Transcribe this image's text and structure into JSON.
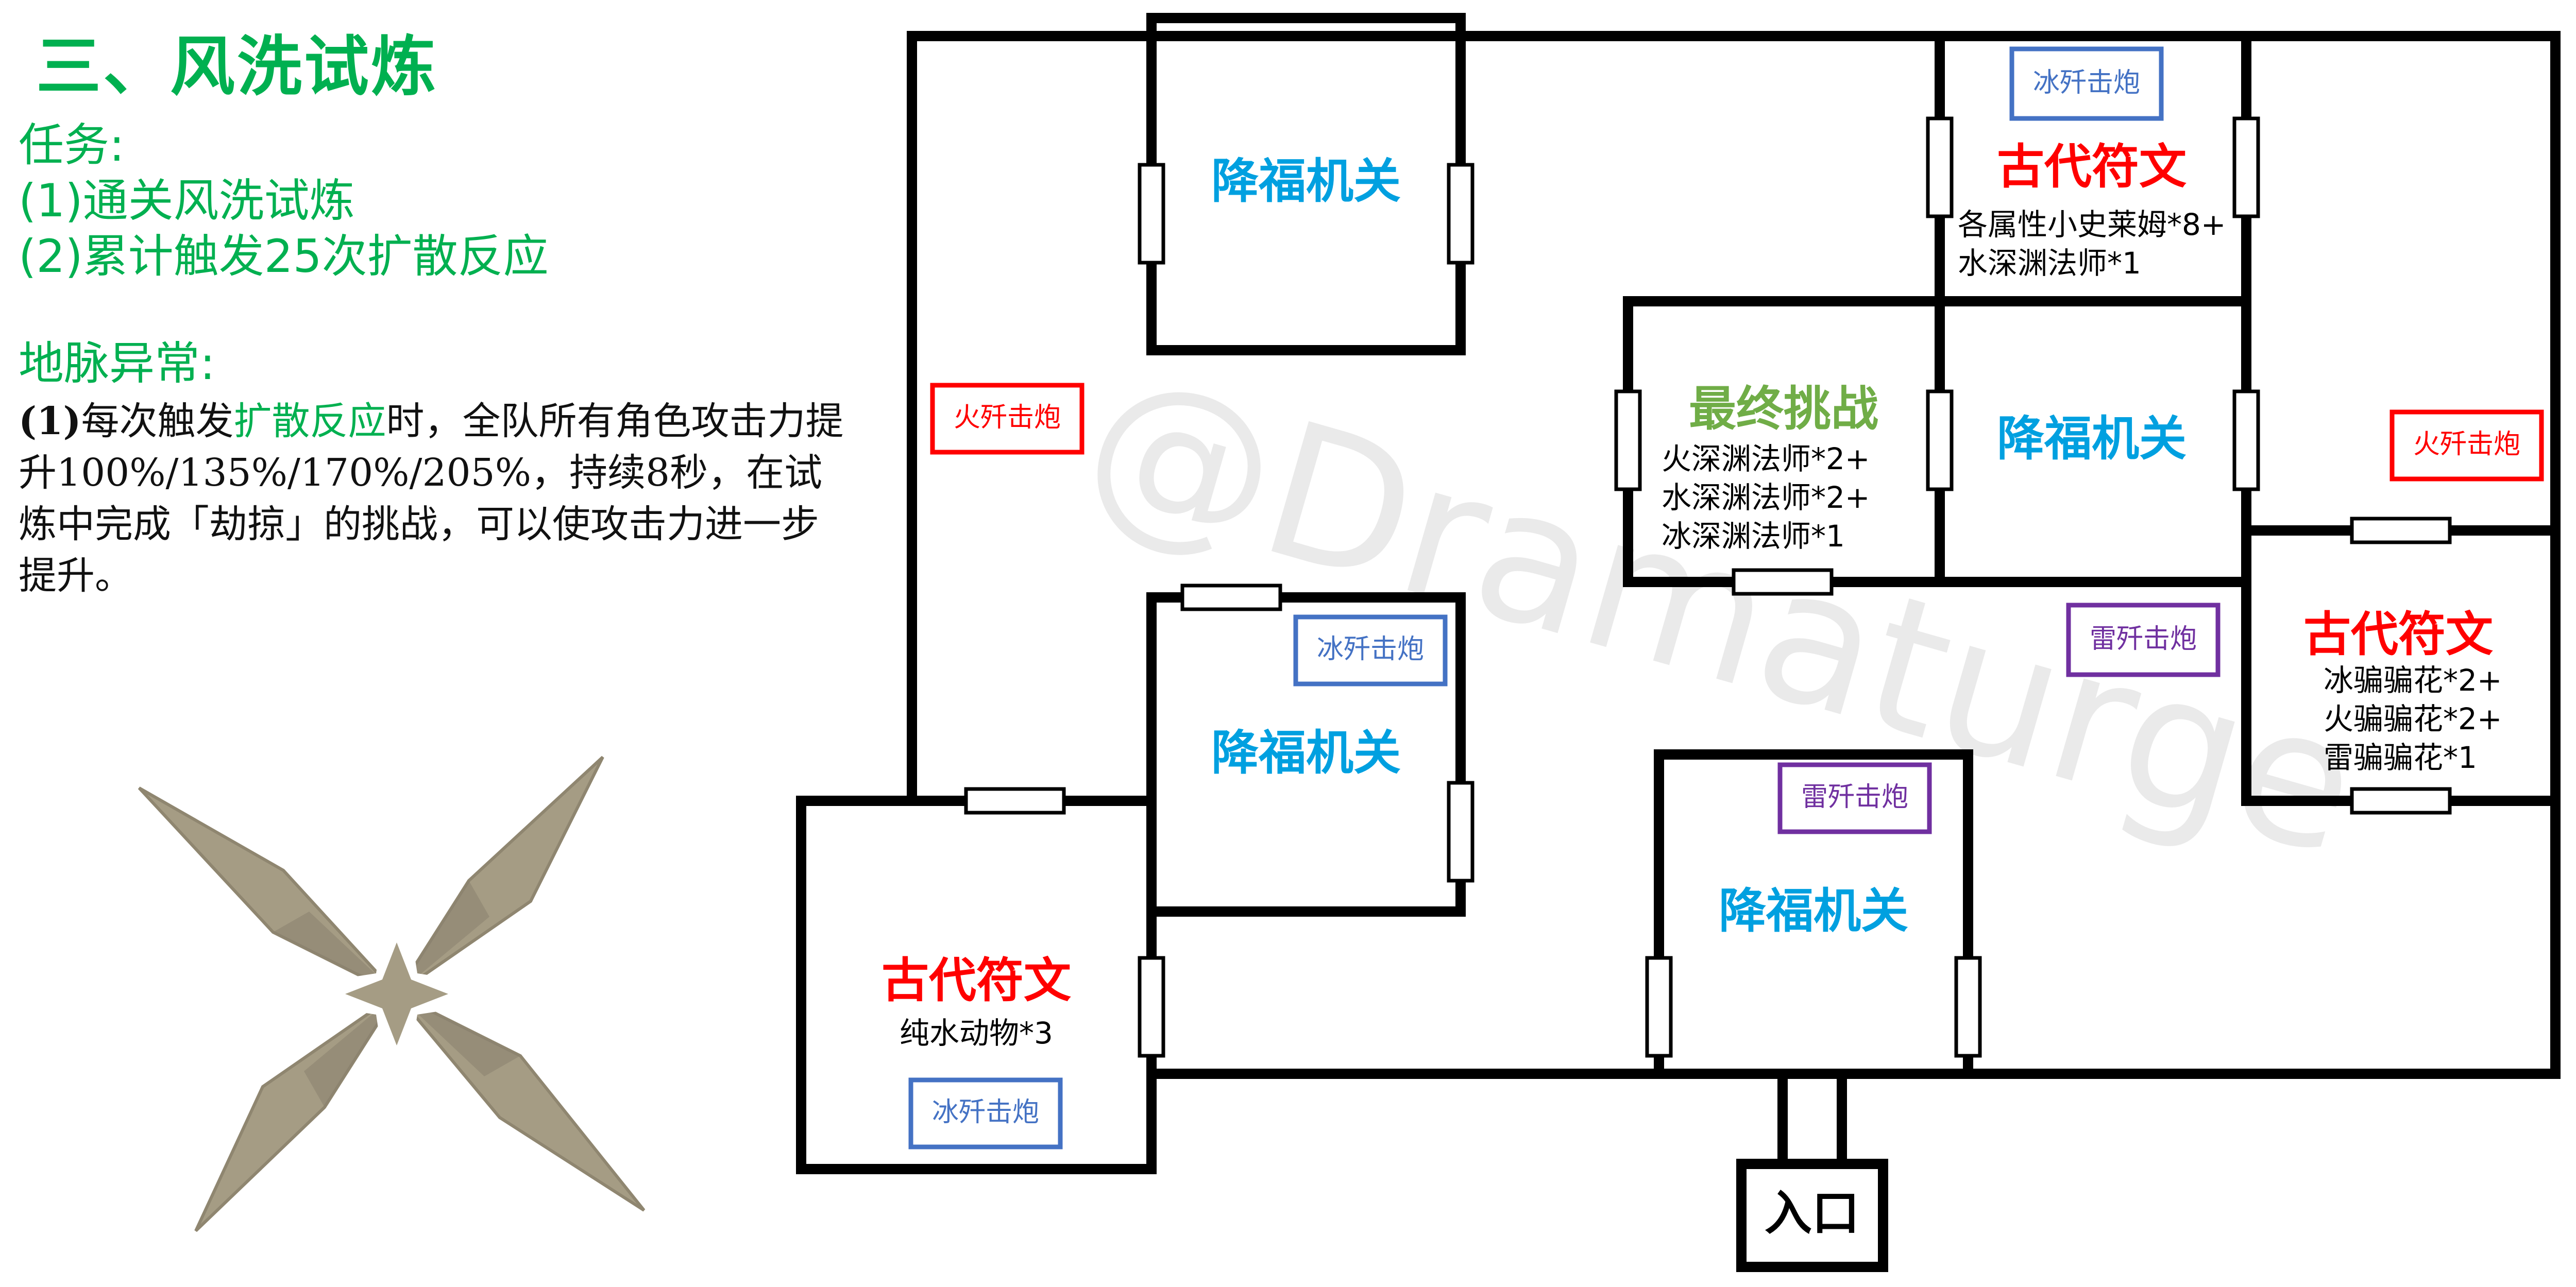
{
  "title": "三、风洗试炼",
  "task_header": "任务:",
  "tasks": [
    "(1)通关风洗试炼",
    "(2)累计触发25次扩散反应"
  ],
  "anomaly_header": "地脉异常:",
  "anomaly": {
    "num": "(1)",
    "pre": "每次触发",
    "highlight": "扩散反应",
    "post": "时，全队所有角色攻击力提升100%/135%/170%/205%，持续8秒，在试炼中完成「劫掠」的挑战，可以使攻击力进一步提升。"
  },
  "watermark": "@Dramaturge",
  "colors": {
    "green": "#00b050",
    "blue": "#00a0e0",
    "red": "#ff0000",
    "olive": "#70ad47",
    "ice": "#4472c4",
    "fire": "#ff0000",
    "thunder": "#7030a0",
    "emblem": "#a59c84"
  },
  "rooms": {
    "trap_top": "降福机关",
    "rune_top": "古代符文",
    "rune_top_enemies": [
      "各属性小史莱姆*8+",
      "水深渊法师*1"
    ],
    "final": "最终挑战",
    "final_enemies": [
      "火深渊法师*2+",
      "水深渊法师*2+",
      "冰深渊法师*1"
    ],
    "trap_mid": "降福机关",
    "rune_right": "古代符文",
    "rune_right_enemies": [
      "冰骗骗花*2+",
      "火骗骗花*2+",
      "雷骗骗花*1"
    ],
    "trap_left": "降福机关",
    "trap_bottom": "降福机关",
    "rune_left": "古代符文",
    "rune_left_enemies": [
      "纯水动物*3"
    ],
    "entrance": "入口"
  },
  "cannons": {
    "ice_top": "冰歼击炮",
    "fire_left": "火歼击炮",
    "fire_right": "火歼击炮",
    "thunder_center": "雷歼击炮",
    "ice_mid": "冰歼击炮",
    "thunder_bottom": "雷歼击炮",
    "ice_bottom": "冰歼击炮"
  }
}
